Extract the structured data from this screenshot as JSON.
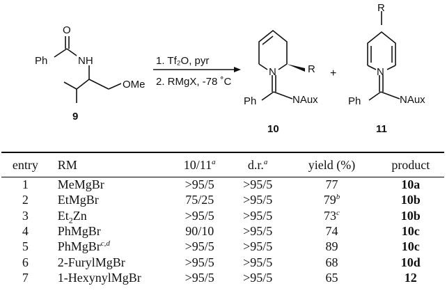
{
  "scheme": {
    "reactant": {
      "ph": "Ph",
      "o": "O",
      "nh": "NH",
      "ome": "OMe",
      "label": "9"
    },
    "conditions": {
      "step1": "1. Tf₂O, pyr",
      "step2": "2. RMgX, -78 ˚C"
    },
    "product_a": {
      "n": "N",
      "r": "R",
      "ph": "Ph",
      "naux": "NAux",
      "label": "10"
    },
    "plus": "+",
    "product_b": {
      "n": "N",
      "r": "R",
      "ph": "Ph",
      "naux": "NAux",
      "label": "11"
    }
  },
  "table": {
    "headers": {
      "entry": "entry",
      "rm": "RM",
      "ratio": "10/11",
      "ratio_sup": "a",
      "dr": "d.r.",
      "dr_sup": "a",
      "yield": "yield (%)",
      "product": "product"
    },
    "rows": [
      {
        "entry": "1",
        "rm": "MeMgBr",
        "rm_sub": "",
        "rm_rest": "",
        "rm_sup": "",
        "ratio": ">95/5",
        "dr": ">95/5",
        "yield": "77",
        "yield_sup": "",
        "product": "10a"
      },
      {
        "entry": "2",
        "rm": "EtMgBr",
        "rm_sub": "",
        "rm_rest": "",
        "rm_sup": "",
        "ratio": "75/25",
        "dr": ">95/5",
        "yield": "79",
        "yield_sup": "b",
        "product": "10b"
      },
      {
        "entry": "3",
        "rm": "Et",
        "rm_sub": "2",
        "rm_rest": "Zn",
        "rm_sup": "",
        "ratio": ">95/5",
        "dr": ">95/5",
        "yield": "73",
        "yield_sup": "c",
        "product": "10b"
      },
      {
        "entry": "4",
        "rm": "PhMgBr",
        "rm_sub": "",
        "rm_rest": "",
        "rm_sup": "",
        "ratio": "90/10",
        "dr": ">95/5",
        "yield": "74",
        "yield_sup": "",
        "product": "10c"
      },
      {
        "entry": "5",
        "rm": "PhMgBr",
        "rm_sub": "",
        "rm_rest": "",
        "rm_sup": "c,d",
        "ratio": ">95/5",
        "dr": ">95/5",
        "yield": "89",
        "yield_sup": "",
        "product": "10c"
      },
      {
        "entry": "6",
        "rm": "2-FurylMgBr",
        "rm_sub": "",
        "rm_rest": "",
        "rm_sup": "",
        "ratio": ">95/5",
        "dr": ">95/5",
        "yield": "68",
        "yield_sup": "",
        "product": "10d"
      },
      {
        "entry": "7",
        "rm": "1-HexynylMgBr",
        "rm_sub": "",
        "rm_rest": "",
        "rm_sup": "",
        "ratio": ">95/5",
        "dr": ">95/5",
        "yield": "65",
        "yield_sup": "",
        "product": "12"
      }
    ]
  }
}
